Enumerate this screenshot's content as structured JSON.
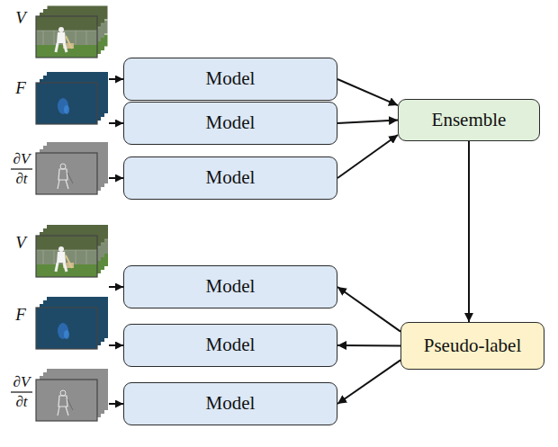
{
  "diagram": {
    "nodes": [
      {
        "text": [
          "Model"
        ]
      },
      {
        "text": [
          "Model"
        ]
      },
      {
        "text": [
          "Model"
        ]
      },
      {
        "text": [
          "Ensemble"
        ]
      },
      {
        "text": [
          "Model"
        ]
      },
      {
        "text": [
          "Model"
        ]
      },
      {
        "text": [
          "Model"
        ]
      },
      {
        "text": [
          "Pseudo-label"
        ]
      }
    ],
    "edges": [
      {
        "from": 0,
        "to": 3,
        "arrow": "to"
      },
      {
        "from": 1,
        "to": 3,
        "arrow": "to"
      },
      {
        "from": 2,
        "to": 3,
        "arrow": "to"
      },
      {
        "from": 3,
        "to": 7,
        "arrow": "to"
      },
      {
        "from": 7,
        "to": 4,
        "arrow": "to"
      },
      {
        "from": 7,
        "to": 5,
        "arrow": "to"
      },
      {
        "from": 7,
        "to": 6,
        "arrow": "to"
      }
    ],
    "labels": [
      "V",
      "F",
      "∂V ∂t",
      "V",
      "F",
      "∂V ∂t"
    ]
  }
}
